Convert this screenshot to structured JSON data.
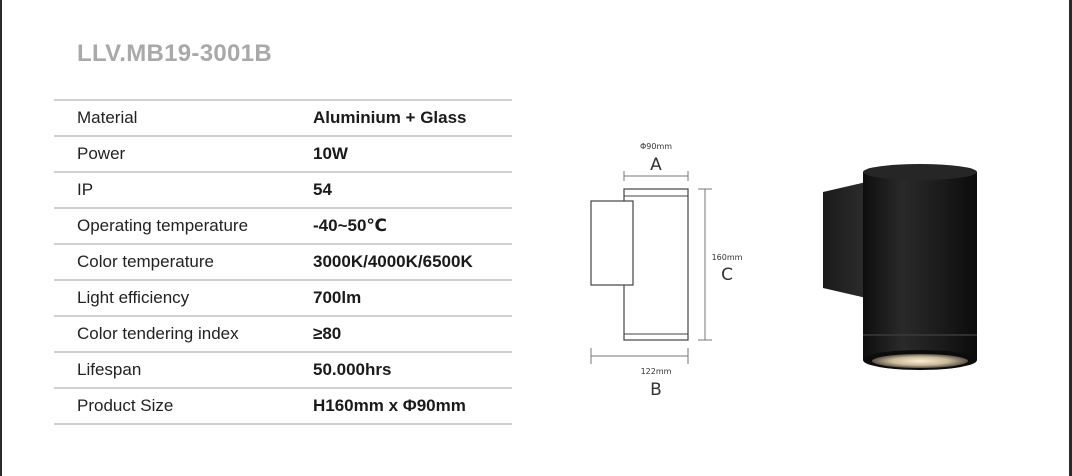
{
  "title": "LLV.MB19-3001B",
  "specs": [
    {
      "label": "Material",
      "value": "Aluminium + Glass"
    },
    {
      "label": "Power",
      "value": "10W"
    },
    {
      "label": "IP",
      "value": "54"
    },
    {
      "label": "Operating temperature",
      "value": "-40~50℃"
    },
    {
      "label": "Color temperature",
      "value": "3000K/4000K/6500K"
    },
    {
      "label": "Light efficiency",
      "value": "700lm"
    },
    {
      "label": "Color tendering index",
      "value": "≥80"
    },
    {
      "label": "Lifespan",
      "value": "50.000hrs"
    },
    {
      "label": "Product Size",
      "value": "H160mm x Φ90mm"
    }
  ],
  "diagram": {
    "dim_a_value": "Φ90mm",
    "dim_a_letter": "A",
    "dim_b_value": "122mm",
    "dim_b_letter": "B",
    "dim_c_value": "160mm",
    "dim_c_letter": "C"
  },
  "colors": {
    "title": "#a9a9a9",
    "divider": "#d0d0d0",
    "product_body": "#1c1c1c"
  }
}
